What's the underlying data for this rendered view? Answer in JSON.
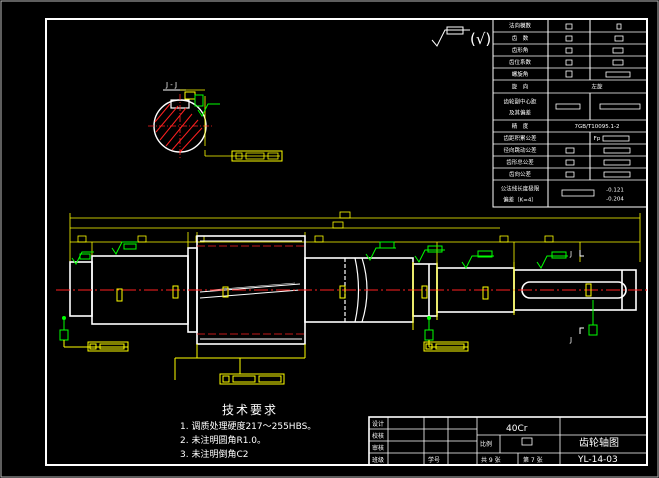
{
  "spec_table": {
    "rows": [
      {
        "label": "法向模数"
      },
      {
        "label": "齿　数"
      },
      {
        "label": "齿形角"
      },
      {
        "label": "齿位系数"
      },
      {
        "label": "螺旋角"
      },
      {
        "label": "旋　向",
        "value": "左旋"
      },
      {
        "label": "齿轮副中心距及其偏差"
      },
      {
        "label": "精　度",
        "value": "7GB/T10095.1-2"
      },
      {
        "label": "齿距积累公差",
        "value": "Fp"
      },
      {
        "label": "径向跳动公差"
      },
      {
        "label": "齿形总公差"
      },
      {
        "label": "齿向公差"
      },
      {
        "label": "公法线长度极限偏差（K=4）",
        "value_upper": "-0.121",
        "value_lower": "-0.204"
      }
    ]
  },
  "section_label": "J - J",
  "view_marker": "J",
  "roughness_symbol": "(√)",
  "tech_req": {
    "title": "技术要求",
    "items": [
      "1. 调质处理硬度217～255HBS。",
      "2. 未注明圆角R1.0。",
      "3. 未注明倒角C2"
    ]
  },
  "title_block": {
    "labels": [
      "设计",
      "校核",
      "审核",
      "班级"
    ],
    "student_no_label": "学号",
    "material": "40Cr",
    "scale_label": "比例",
    "part_name": "齿轮轴图",
    "sheet_total": "共 9 张",
    "sheet_no": "第 7 张",
    "drawing_no": "YL-14-03"
  },
  "colors": {
    "outline": "#ffffff",
    "dimension": "#ffff00",
    "tolerance": "#00ff00",
    "centerline": "#ff0000",
    "background": "#000000"
  }
}
